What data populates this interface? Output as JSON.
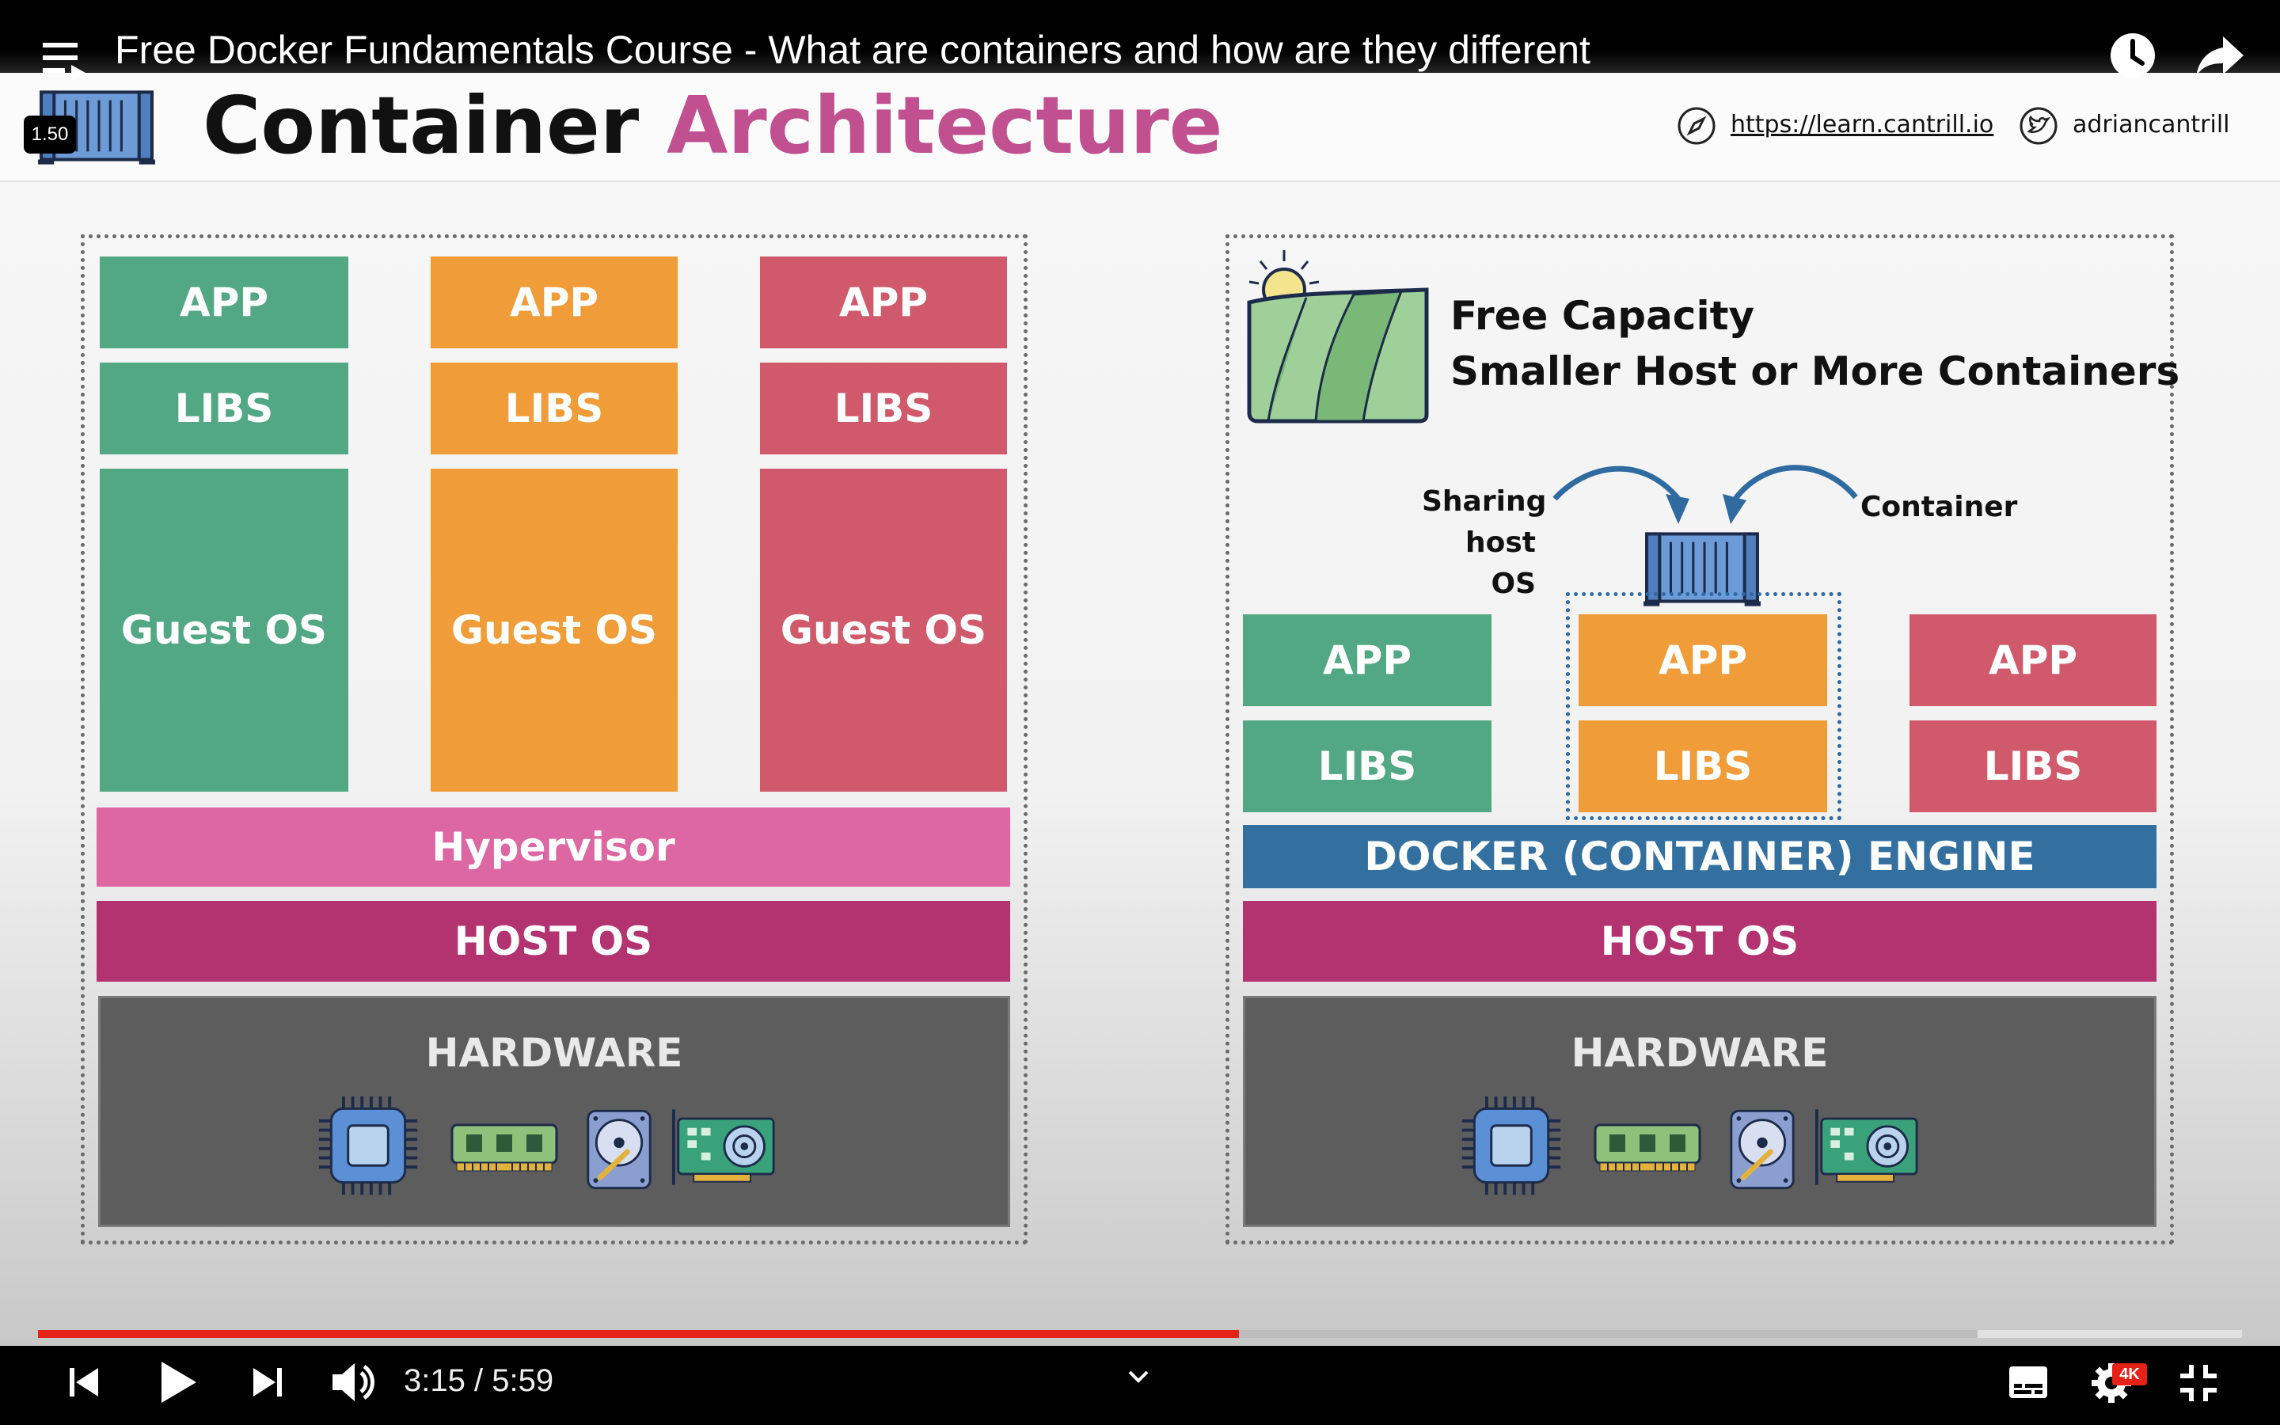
{
  "player": {
    "video_title": "Free Docker Fundamentals Course - What are containers and how are they different",
    "speed_badge": "1.50",
    "time_current": "3:15",
    "time_separator": "/",
    "time_total": "5:59",
    "progress_played": 0.545,
    "progress_buffered": 0.88,
    "settings_badge": "4K",
    "colors": {
      "progress": "#e62117",
      "buffer": "#bcbcbc"
    }
  },
  "slide": {
    "title_part1": "Container",
    "title_part2": "Architecture",
    "link_url": "https://learn.cantrill.io",
    "twitter_handle": "adriancantrill",
    "accent_color": "#c0508f",
    "vm_side": {
      "columns": [
        {
          "app": "APP",
          "libs": "LIBS",
          "os": "Guest OS",
          "color": "#52a884"
        },
        {
          "app": "APP",
          "libs": "LIBS",
          "os": "Guest OS",
          "color": "#f09c38"
        },
        {
          "app": "APP",
          "libs": "LIBS",
          "os": "Guest OS",
          "color": "#d05a6b"
        }
      ],
      "hypervisor": "Hypervisor",
      "host_os": "HOST OS",
      "hardware": "HARDWARE"
    },
    "container_side": {
      "free_capacity_line1": "Free Capacity",
      "free_capacity_line2": "Smaller Host or More Containers",
      "sharing_line1": "Sharing",
      "sharing_line2": "host OS",
      "container_label": "Container",
      "columns": [
        {
          "app": "APP",
          "libs": "LIBS"
        },
        {
          "app": "APP",
          "libs": "LIBS"
        },
        {
          "app": "APP",
          "libs": "LIBS"
        }
      ],
      "engine": "DOCKER (CONTAINER) ENGINE",
      "host_os": "HOST OS",
      "hardware": "HARDWARE"
    }
  },
  "icons": [
    "playlist-icon",
    "clock-icon",
    "share-icon",
    "container-logo-icon",
    "compass-icon",
    "twitter-icon",
    "field-sun-icon",
    "cpu-icon",
    "ram-icon",
    "hdd-icon",
    "gpu-card-icon",
    "skip-back-icon",
    "play-icon",
    "skip-next-icon",
    "volume-icon",
    "chevron-down-icon",
    "subtitles-icon",
    "settings-icon",
    "exit-fullscreen-icon"
  ]
}
